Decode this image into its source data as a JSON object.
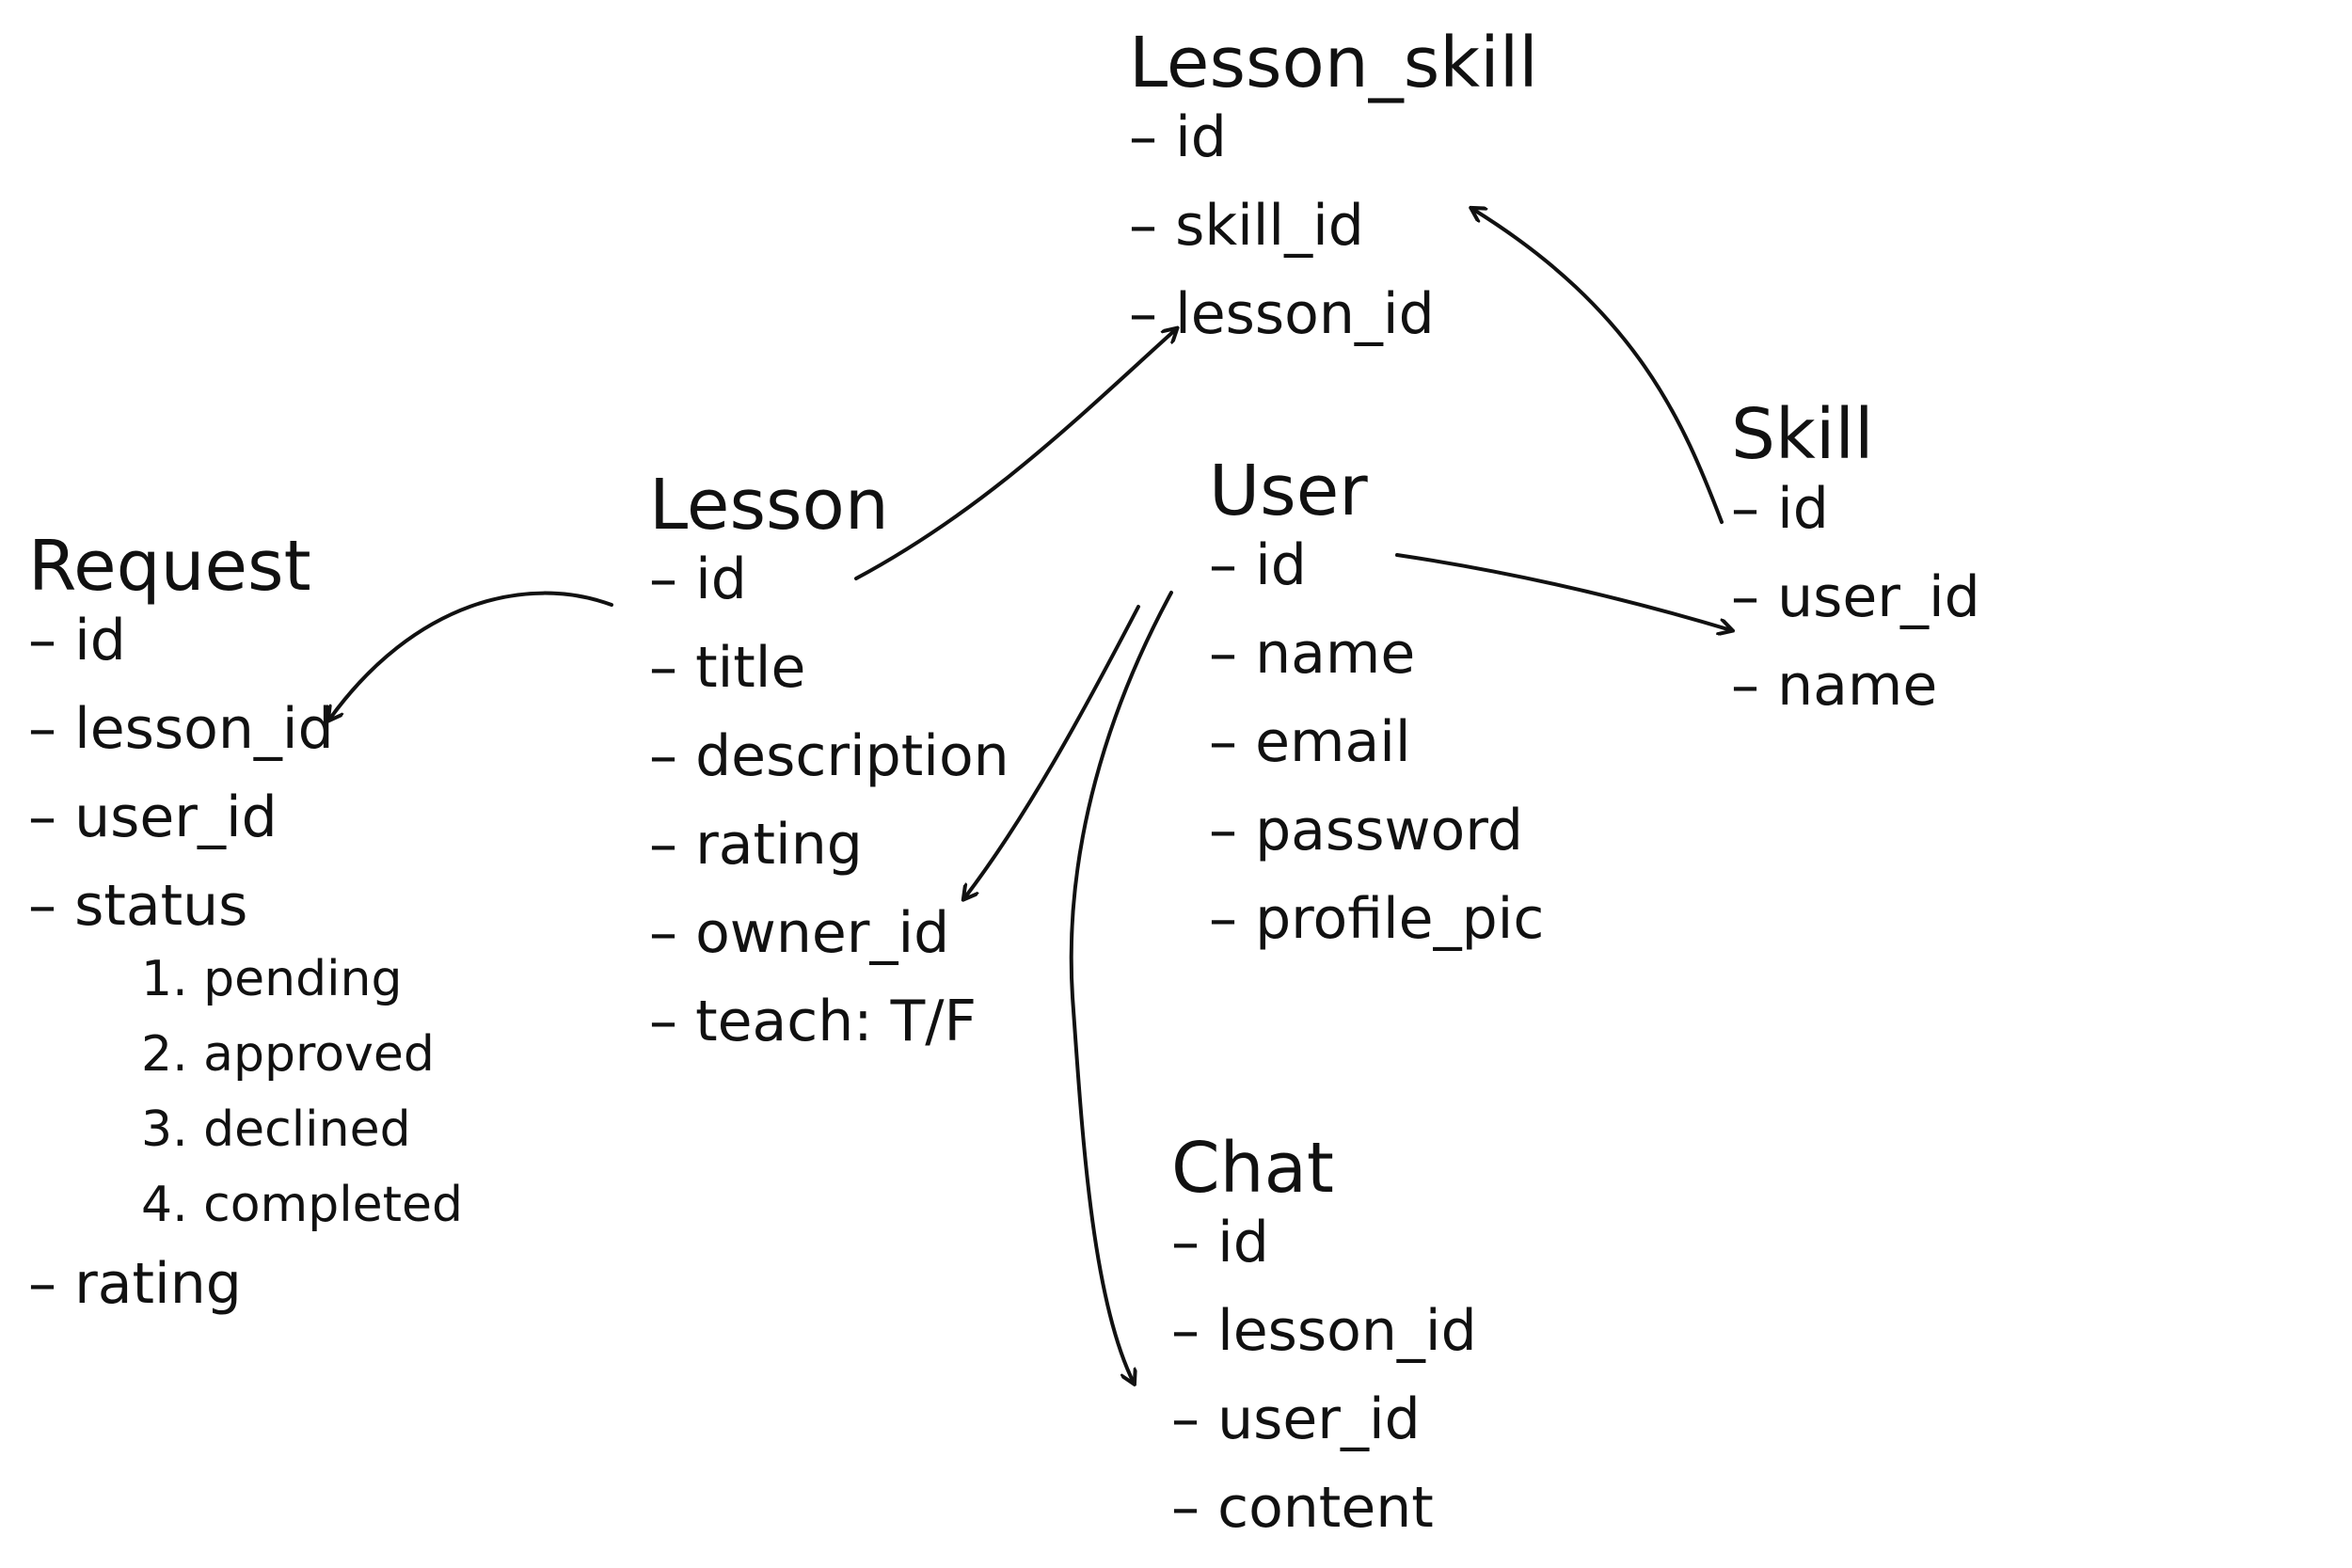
{
  "entities": {
    "lesson_skill": {
      "title": "Lesson_skill",
      "fields": [
        "id",
        "skill_id",
        "lesson_id"
      ]
    },
    "skill": {
      "title": "Skill",
      "fields": [
        "id",
        "user_id",
        "name"
      ]
    },
    "lesson": {
      "title": "Lesson",
      "fields": [
        "id",
        "title",
        "description",
        "rating",
        "owner_id",
        "teach: T/F"
      ]
    },
    "user": {
      "title": "User",
      "fields": [
        "id",
        "name",
        "email",
        "password",
        "profile_pic"
      ]
    },
    "request": {
      "title": "Request",
      "fields": [
        "id",
        "lesson_id",
        "user_id",
        "status"
      ],
      "status_options": [
        "1. pending",
        "2. approved",
        "3. declined",
        "4. completed"
      ],
      "last_field": "rating"
    },
    "chat": {
      "title": "Chat",
      "fields": [
        "id",
        "lesson_id",
        "user_id",
        "content"
      ]
    }
  },
  "colors": {
    "ink": "#111111",
    "background": "#ffffff"
  }
}
